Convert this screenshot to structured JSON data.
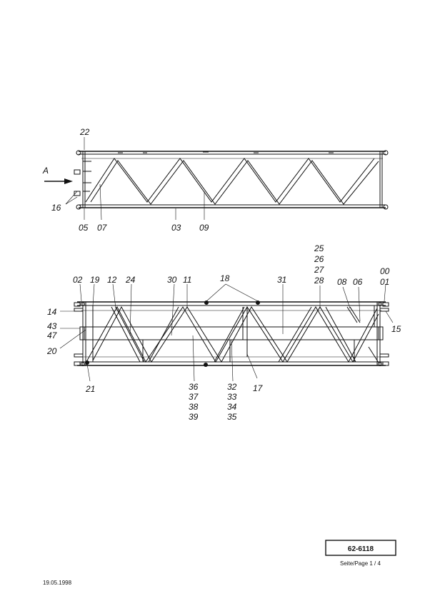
{
  "top_view": {
    "labels": {
      "p22": "22",
      "a": "A",
      "p16": "16",
      "p05": "05",
      "p07": "07",
      "p03": "03",
      "p09": "09"
    }
  },
  "bottom_view": {
    "labels": {
      "p02": "02",
      "p19": "19",
      "p12": "12",
      "p24": "24",
      "p30": "30",
      "p11": "11",
      "p18": "18",
      "p31": "31",
      "p25": "25",
      "p26": "26",
      "p27": "27",
      "p28": "28",
      "p08": "08",
      "p06": "06",
      "p00": "00",
      "p01": "01",
      "p14": "14",
      "p43": "43",
      "p47": "47",
      "p20": "20",
      "p15": "15",
      "p21": "21",
      "p36": "36",
      "p37": "37",
      "p38": "38",
      "p39": "39",
      "p32": "32",
      "p33": "33",
      "p34": "34",
      "p35": "35",
      "p17": "17"
    }
  },
  "title_block": {
    "drawing_number": "62-6118",
    "page": "Seite/Page 1 / 4",
    "date": "19.05.1998"
  }
}
